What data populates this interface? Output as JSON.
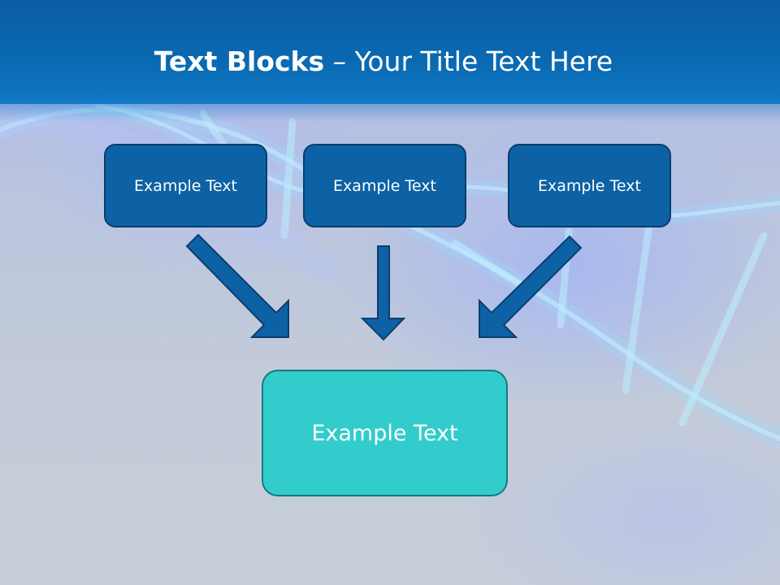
{
  "slide": {
    "title_bold": "Text Blocks",
    "title_rest": " – Your Title Text Here",
    "blocks": [
      {
        "label": "Example Text"
      },
      {
        "label": "Example Text"
      },
      {
        "label": "Example Text"
      }
    ],
    "result": {
      "label": "Example Text"
    }
  },
  "colors": {
    "header": "#0b5ea3",
    "block_fill": "#0d62a6",
    "block_border": "#0a3e6c",
    "result_fill": "#32cccc",
    "arrow_fill": "#0d62a6"
  },
  "icons": [
    "dna-helix-background",
    "arrow-down-right",
    "arrow-down",
    "arrow-down-left"
  ]
}
